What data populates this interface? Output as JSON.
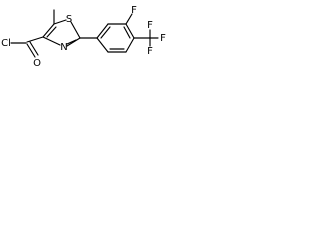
{
  "molecule": {
    "atoms": {
      "chlorine": "Cl",
      "carbonyl_oxygen": "O",
      "ring_sulfur": "S",
      "ring_nitrogen": "N",
      "aryl_fluorine": "F",
      "cf3_fluorine_top": "F",
      "cf3_fluorine_right": "F",
      "cf3_fluorine_bottom": "F"
    }
  }
}
